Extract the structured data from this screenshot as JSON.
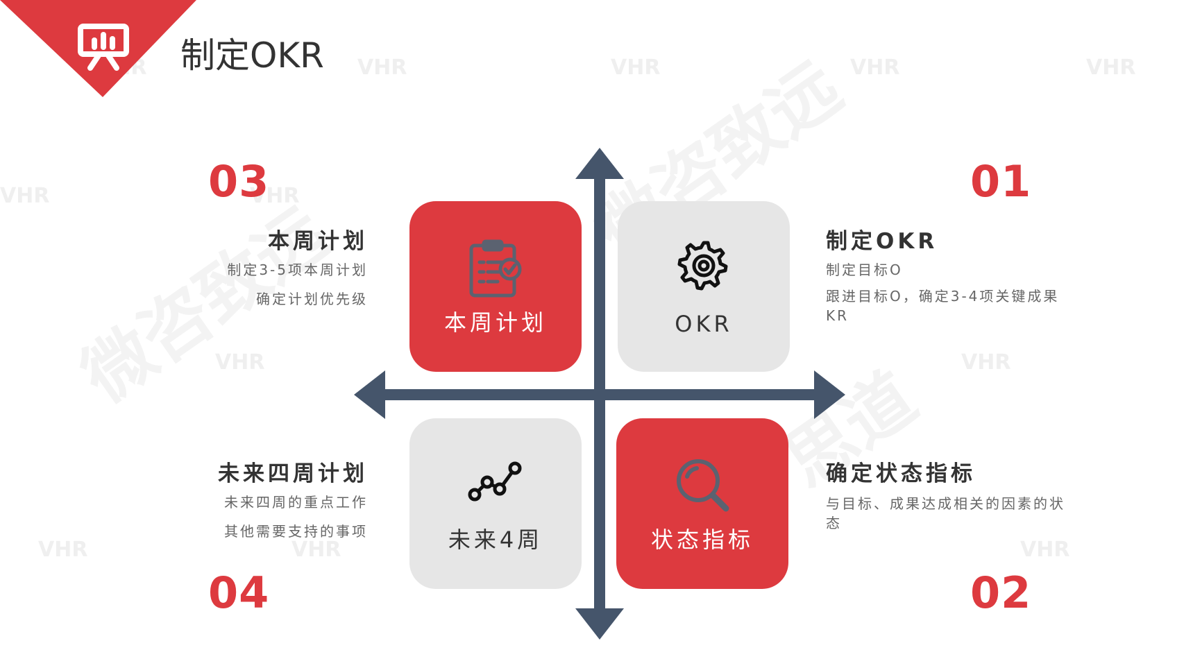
{
  "header": {
    "title": "制定OKR"
  },
  "watermark": {
    "short": "VHR",
    "brand1": "微咨致远",
    "brand2": "思道"
  },
  "colors": {
    "accent": "#dd3a3f",
    "axis": "#45556b",
    "card_gray": "#e6e6e6"
  },
  "quadrants": {
    "q1": {
      "number": "01",
      "card_label": "OKR",
      "icon": "gear-icon",
      "heading": "制定OKR",
      "lines": [
        "制定目标O",
        "跟进目标O，确定3-4项关键成果",
        "KR"
      ]
    },
    "q2": {
      "number": "02",
      "card_label": "状态指标",
      "icon": "magnifier-icon",
      "heading": "确定状态指标",
      "lines": [
        "与目标、成果达成相关的因素的状",
        "态"
      ]
    },
    "q3": {
      "number": "03",
      "card_label": "本周计划",
      "icon": "clipboard-check-icon",
      "heading": "本周计划",
      "lines": [
        "制定3-5项本周计划",
        "确定计划优先级"
      ]
    },
    "q4": {
      "number": "04",
      "card_label": "未来4周",
      "icon": "trend-line-icon",
      "heading": "未来四周计划",
      "lines": [
        "未来四周的重点工作",
        "其他需要支持的事项"
      ]
    }
  }
}
